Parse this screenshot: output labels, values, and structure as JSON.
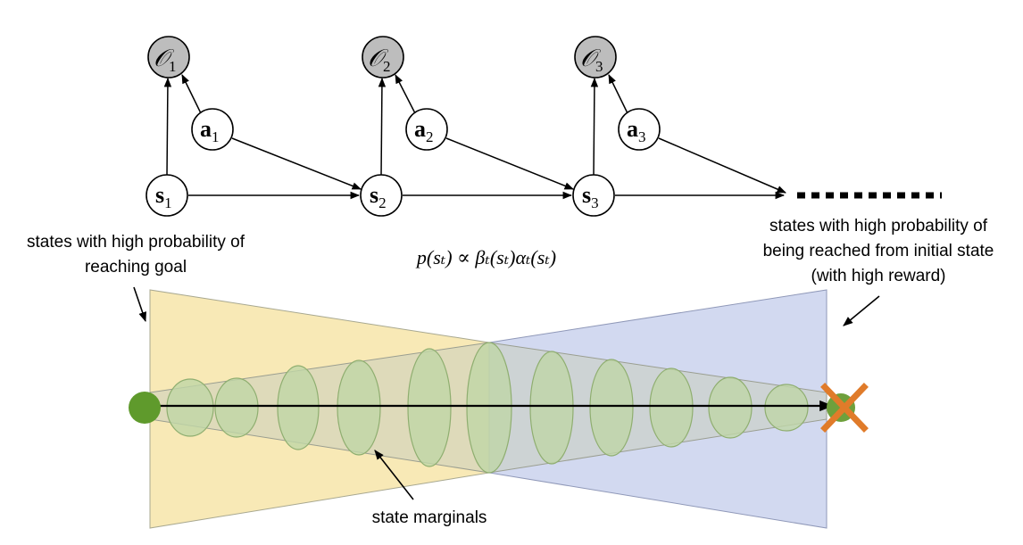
{
  "colors": {
    "goal_wedge": "#f8e9b6",
    "start_wedge": "#d2d9f0",
    "cone": "#c9cdbd",
    "marginal_fill": "#bfd6a6",
    "marginal_stroke": "#8fae70",
    "start_dot": "#5f9a2c",
    "goal_dot": "#6ea03c",
    "cross": "#e07b2a",
    "observed_node": "#bdbdbd"
  },
  "graph": {
    "observed_nodes": [
      {
        "symbol": "𝒪",
        "sub": "1"
      },
      {
        "symbol": "𝒪",
        "sub": "2"
      },
      {
        "symbol": "𝒪",
        "sub": "3"
      }
    ],
    "action_nodes": [
      {
        "symbol": "a",
        "sub": "1"
      },
      {
        "symbol": "a",
        "sub": "2"
      },
      {
        "symbol": "a",
        "sub": "3"
      }
    ],
    "state_nodes": [
      {
        "symbol": "s",
        "sub": "1"
      },
      {
        "symbol": "s",
        "sub": "2"
      },
      {
        "symbol": "s",
        "sub": "3"
      }
    ]
  },
  "formula": "p(sₜ) ∝ βₜ(sₜ)αₜ(sₜ)",
  "annotations": {
    "left_line1": "states with high probability of",
    "left_line2": "reaching goal",
    "right_line1": "states with high probability of",
    "right_line2": "being reached from initial state",
    "right_line3": "(with high reward)",
    "bottom": "state marginals"
  }
}
